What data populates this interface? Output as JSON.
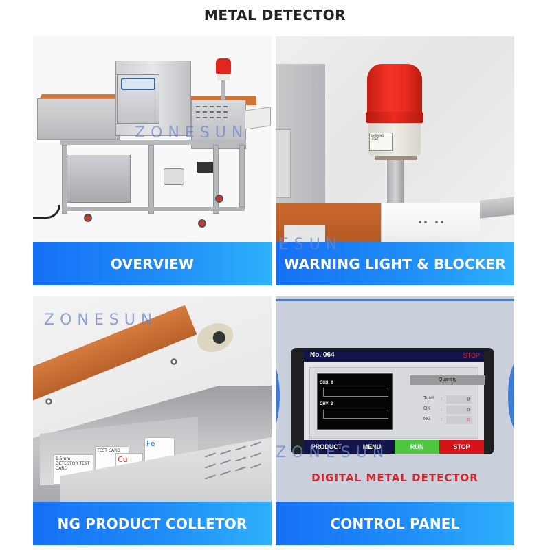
{
  "page": {
    "title": "METAL DETECTOR",
    "watermark": "ZONESUN",
    "colors": {
      "banner_start": "#1570f5",
      "banner_end": "#2eb0fb",
      "banner_text": "#ffffff",
      "watermark": "#7f95cf",
      "title_text": "#222222"
    }
  },
  "panels": [
    {
      "id": "overview",
      "caption": "OVERVIEW",
      "image_subject": "Conveyor metal detector machine with orange belt, control box, red warning light and stainless frame on wheels"
    },
    {
      "id": "warning-light",
      "caption": "WARNING LIGHT & BLOCKER",
      "image_subject": "Red rotating warning light on pole above white blocker plate",
      "light_label": "WARNING LIGHT"
    },
    {
      "id": "ng-collector",
      "caption": "NG PRODUCT COLLETOR",
      "image_subject": "Stainless steel reject bin holding metal detector test cards",
      "test_cards": [
        "TEST CARD",
        "Cu",
        "Fe",
        "1.5mm DETECTOR TEST CARD"
      ]
    },
    {
      "id": "control-panel",
      "caption": "CONTROL PANEL",
      "image_subject": "Touchscreen display of digital metal detector",
      "device_label": "DIGITAL METAL DETECTOR",
      "screen": {
        "number": "No. 064",
        "status": "STOP",
        "channels": [
          {
            "label": "CHX: 0"
          },
          {
            "label": "CHY: 3"
          }
        ],
        "quantity_header": "Quantity",
        "counters": [
          {
            "label": "Total",
            "value": "0"
          },
          {
            "label": "OK",
            "value": "0"
          },
          {
            "label": "NG",
            "value": "0"
          }
        ],
        "buttons": [
          {
            "label": "PRODUCT",
            "color": "#13154a"
          },
          {
            "label": "MENU",
            "color": "#13154a"
          },
          {
            "label": "RUN",
            "color": "#4ec63f"
          },
          {
            "label": "STOP",
            "color": "#d8121a"
          }
        ]
      }
    }
  ]
}
